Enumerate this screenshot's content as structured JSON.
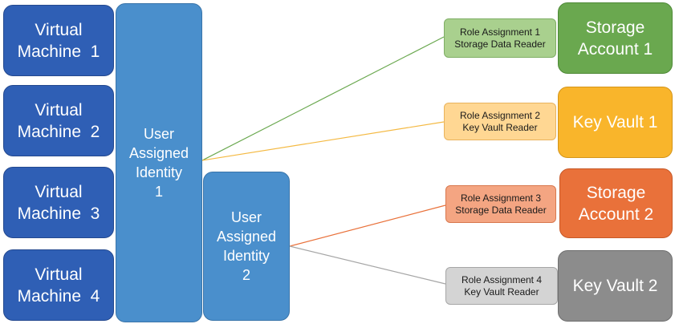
{
  "colors": {
    "vm_fill": "#2f5fb5",
    "identity_fill": "#4a8fcc",
    "storage1_fill": "#6aa84f",
    "keyvault1_fill": "#f9b52b",
    "storage2_fill": "#e9713a",
    "keyvault2_fill": "#8c8c8c",
    "line_green": "#6aa84f",
    "line_yellow": "#f4b942",
    "line_orange": "#e9713a",
    "line_gray": "#a6a6a6"
  },
  "virtual_machines": [
    {
      "line1": "Virtual",
      "line2": "Machine  1"
    },
    {
      "line1": "Virtual",
      "line2": "Machine  2"
    },
    {
      "line1": "Virtual",
      "line2": "Machine  3"
    },
    {
      "line1": "Virtual",
      "line2": "Machine  4"
    }
  ],
  "identities": [
    {
      "line1": "User",
      "line2": "Assigned",
      "line3": "Identity",
      "line4": "1"
    },
    {
      "line1": "User",
      "line2": "Assigned",
      "line3": "Identity",
      "line4": "2"
    }
  ],
  "role_assignments": [
    {
      "line1": "Role Assignment 1",
      "line2": "Storage Data Reader"
    },
    {
      "line1": "Role Assignment 2",
      "line2": "Key Vault Reader"
    },
    {
      "line1": "Role Assignment 3",
      "line2": "Storage Data Reader"
    },
    {
      "line1": "Role Assignment 4",
      "line2": "Key Vault Reader"
    }
  ],
  "resources": [
    {
      "line1": "Storage",
      "line2": "Account 1"
    },
    {
      "line1": "Key Vault 1",
      "line2": ""
    },
    {
      "line1": "Storage",
      "line2": "Account 2"
    },
    {
      "line1": "Key Vault 2",
      "line2": ""
    }
  ]
}
